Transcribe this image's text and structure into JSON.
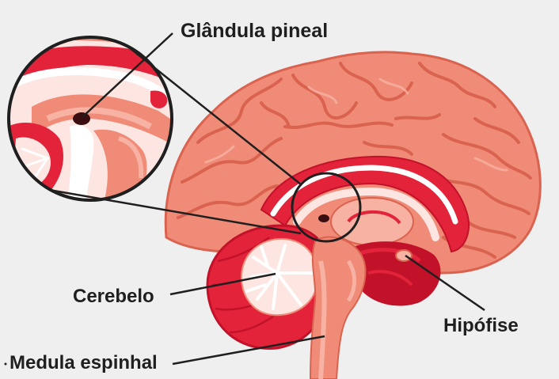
{
  "labels": {
    "pineal": "Glândula pineal",
    "cerebelo": "Cerebelo",
    "hipofise": "Hipófise",
    "medula": "Medula espinhal"
  },
  "colors": {
    "background": "#efefef",
    "cortex": "#f08b78",
    "cortex_dark": "#d9634f",
    "cortex_light": "#f7b2a3",
    "red": "#e2233a",
    "dark_red": "#c2122a",
    "pale": "#fde6e1",
    "white": "#ffffff",
    "line": "#1f1f1f"
  }
}
